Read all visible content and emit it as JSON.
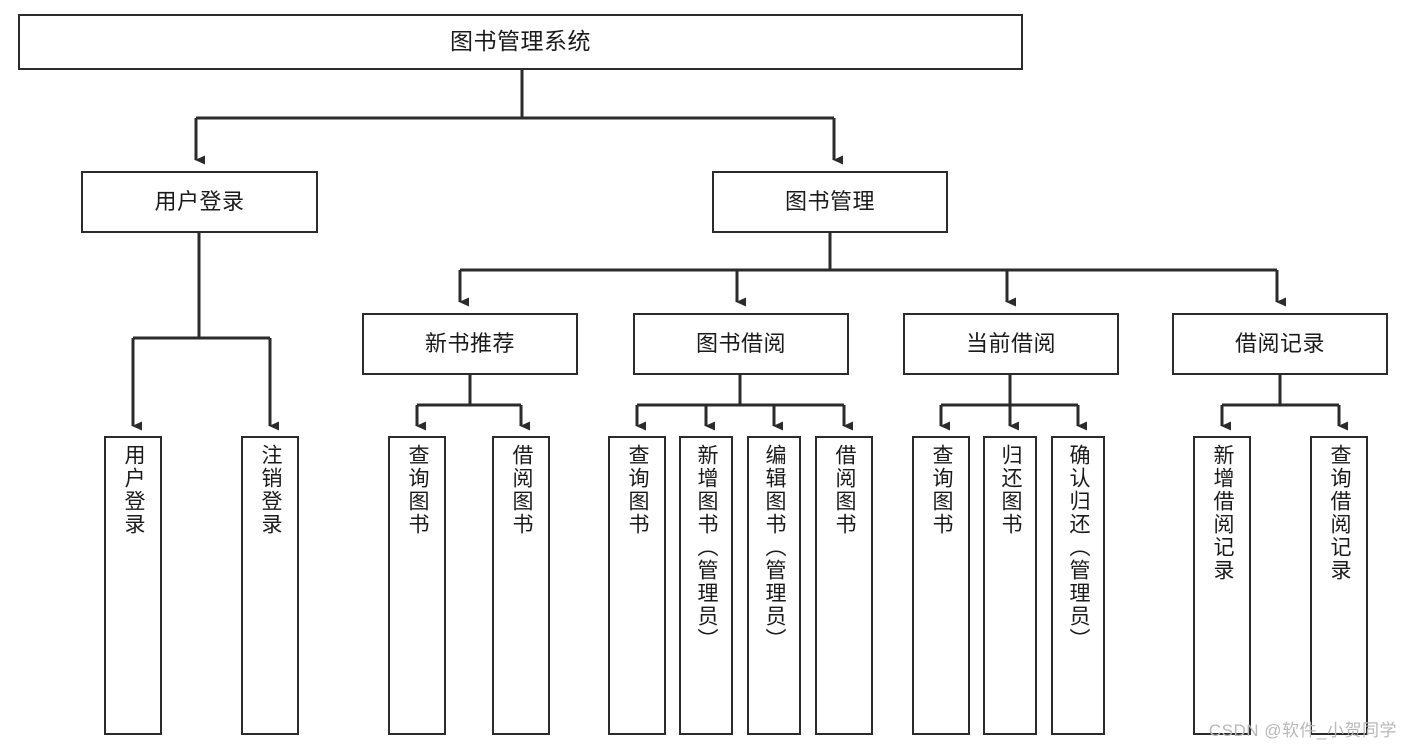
{
  "diagram": {
    "title": "图书管理系统",
    "type": "tree",
    "watermark": "CSDN @软件_小贺同学",
    "colors": {
      "box_border": "#2b2b2b",
      "box_fill": "#ffffff",
      "connector": "#2b2b2b",
      "text": "#1a1a1a",
      "watermark": "#b8b8b8",
      "background": "#ffffff"
    },
    "nodes": {
      "root": {
        "label": "图书管理系统"
      },
      "level2": [
        {
          "id": "user-login",
          "label": "用户登录"
        },
        {
          "id": "book-management",
          "label": "图书管理"
        }
      ],
      "level3": [
        {
          "id": "new-book-recommend",
          "label": "新书推荐"
        },
        {
          "id": "book-borrow",
          "label": "图书借阅"
        },
        {
          "id": "current-borrow",
          "label": "当前借阅"
        },
        {
          "id": "borrow-record",
          "label": "借阅记录"
        }
      ],
      "leaves": {
        "user_login": [
          {
            "id": "leaf-user-login",
            "label": "用户登录"
          },
          {
            "id": "leaf-logout-login",
            "label": "注销登录"
          }
        ],
        "new_book_recommend": [
          {
            "id": "leaf-query-book-1",
            "label": "查询图书"
          },
          {
            "id": "leaf-borrow-book-1",
            "label": "借阅图书"
          }
        ],
        "book_borrow": [
          {
            "id": "leaf-query-book-2",
            "label": "查询图书"
          },
          {
            "id": "leaf-add-book",
            "label": "新增图书（管理员）"
          },
          {
            "id": "leaf-edit-book",
            "label": "编辑图书（管理员）"
          },
          {
            "id": "leaf-borrow-book-2",
            "label": "借阅图书"
          }
        ],
        "current_borrow": [
          {
            "id": "leaf-query-book-3",
            "label": "查询图书"
          },
          {
            "id": "leaf-return-book",
            "label": "归还图书"
          },
          {
            "id": "leaf-confirm-return",
            "label": "确认归还（管理员）"
          }
        ],
        "borrow_record": [
          {
            "id": "leaf-add-record",
            "label": "新增借阅记录"
          },
          {
            "id": "leaf-query-record",
            "label": "查询借阅记录"
          }
        ]
      }
    }
  }
}
